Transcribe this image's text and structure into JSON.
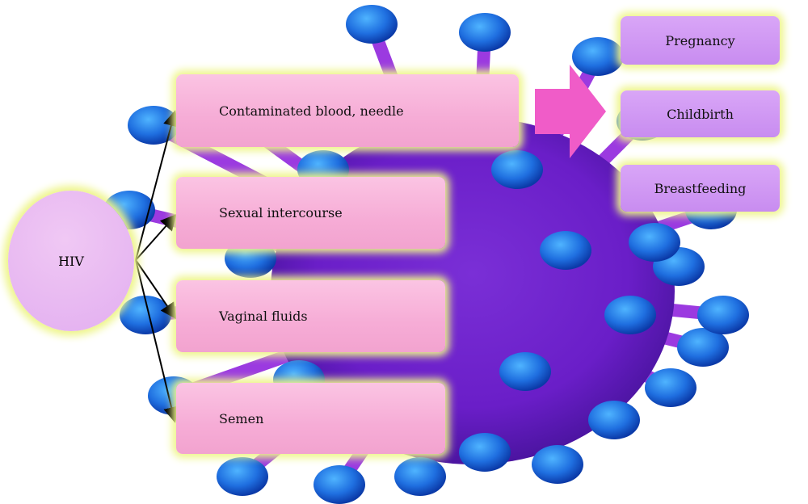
{
  "center": {
    "label": "HIV"
  },
  "routes": [
    {
      "label": "Contaminated blood, needle"
    },
    {
      "label": "Sexual intercourse"
    },
    {
      "label": "Vaginal fluids"
    },
    {
      "label": "Semen"
    }
  ],
  "vertical": [
    {
      "label": "Pregnancy"
    },
    {
      "label": "Childbirth"
    },
    {
      "label": "Breastfeeding"
    }
  ],
  "colors": {
    "route_box": "#f6acd6",
    "vertical_box": "#c88cf0",
    "hiv_circle": "#e2aef0",
    "glow": "#eef58a",
    "arrow": "#f05cc8"
  }
}
